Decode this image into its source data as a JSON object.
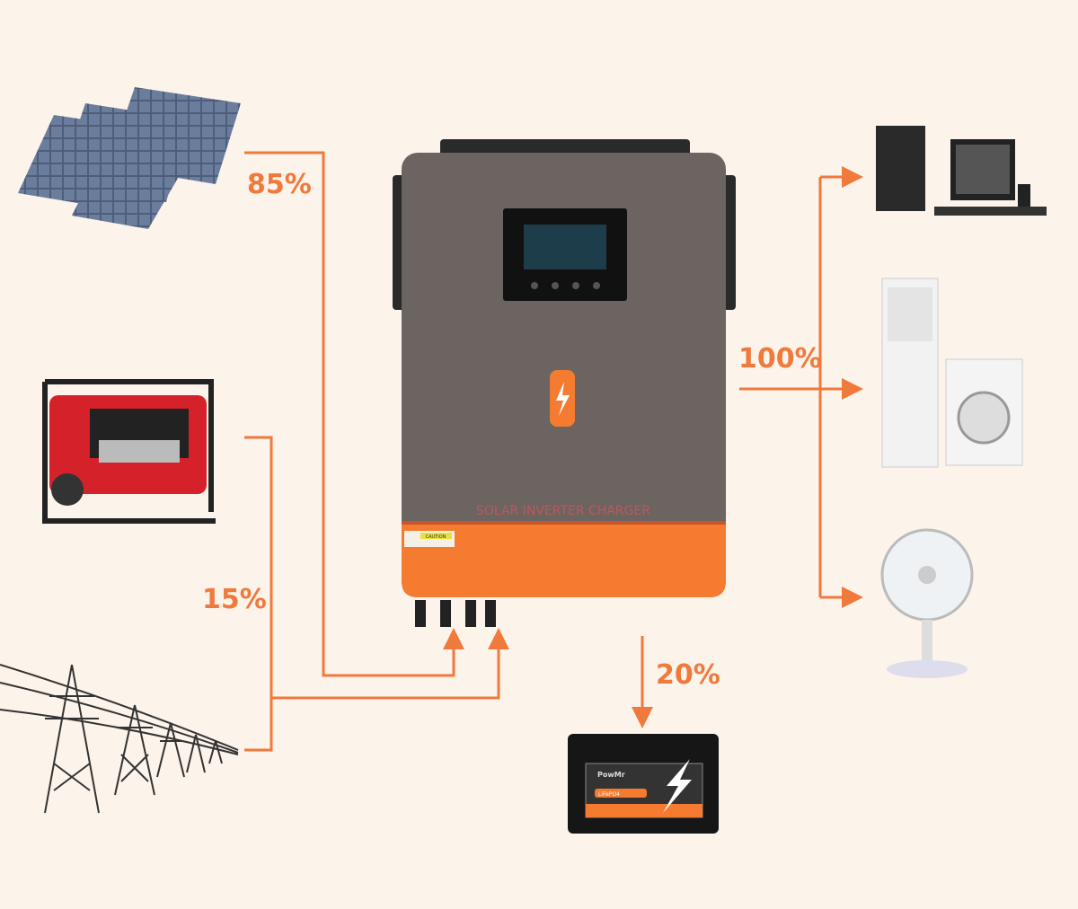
{
  "colors": {
    "background": "#fcf3ea",
    "accent": "#ef7a3c",
    "inverter_body": "#6b6461",
    "inverter_base": "#f47b30"
  },
  "labels": {
    "solar_share": "85%",
    "grid_generator_share": "15%",
    "load_share": "100%",
    "battery_share": "20%"
  },
  "inverter": {
    "text": "SOLAR INVERTER CHARGER",
    "caution": "CAUTION",
    "icon": "lightning-bolt-icon"
  },
  "battery": {
    "brand": "PowMr",
    "chemistry": "LiFePO4"
  },
  "sources": [
    "solar-panels",
    "generator",
    "power-grid"
  ],
  "loads": [
    "computer",
    "air-conditioner",
    "washing-machine",
    "fan"
  ]
}
